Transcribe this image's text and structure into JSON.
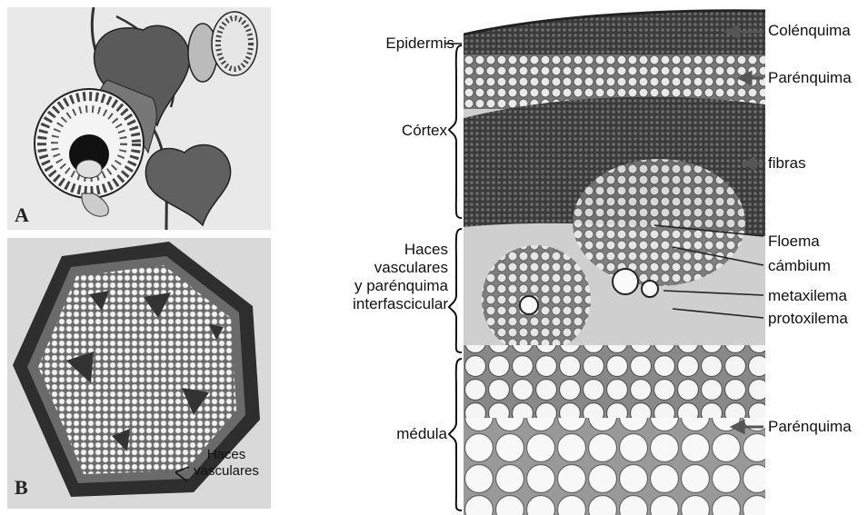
{
  "panel_a": {
    "letter": "A"
  },
  "panel_b": {
    "letter": "B",
    "label_line1": "Haces",
    "label_line2": "vasculares"
  },
  "left_labels": {
    "epidermis": "Epidermis",
    "cortex": "Córtex",
    "haces_line1": "Haces",
    "haces_line2": "vasculares",
    "haces_line3": "y parénquima",
    "haces_line4": "interfascicular",
    "medula": "médula"
  },
  "right_labels": {
    "colenquima": "Colénquima",
    "parenquima_top": "Parénquima",
    "fibras": "fibras",
    "floema": "Floema",
    "cambium": "cámbium",
    "metaxilema": "metaxilema",
    "protoxilema": "protoxilema",
    "parenquima_bottom": "Parénquima"
  },
  "colors": {
    "tissue_dark": "#3a3a3a",
    "tissue_mid": "#8a8a8a",
    "cell_light": "#f2f2f2",
    "arrow": "#666666"
  }
}
